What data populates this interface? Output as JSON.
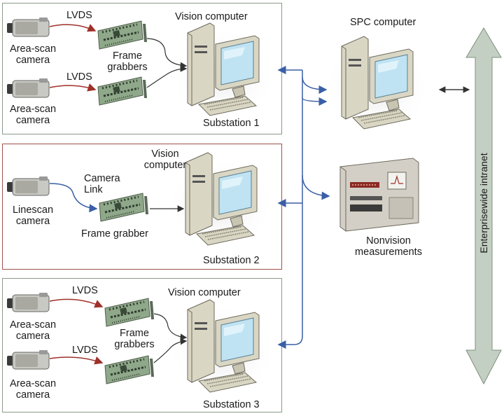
{
  "substations": [
    {
      "name": "Substation 1",
      "computer_label": "Vision computer",
      "cameras": [
        {
          "label_line1": "Area-scan",
          "label_line2": "camera",
          "link": "LVDS"
        },
        {
          "label_line1": "Area-scan",
          "label_line2": "camera",
          "link": "LVDS"
        }
      ],
      "grabber_line1": "Frame",
      "grabber_line2": "grabbers"
    },
    {
      "name": "Substation 2",
      "computer_line1": "Vision",
      "computer_line2": "computer",
      "cameras": [
        {
          "label_line1": "Linescan",
          "label_line2": "camera",
          "link_line1": "Camera",
          "link_line2": "Link"
        }
      ],
      "grabber_label": "Frame grabber"
    },
    {
      "name": "Substation 3",
      "computer_label": "Vision computer",
      "cameras": [
        {
          "label_line1": "Area-scan",
          "label_line2": "camera",
          "link": "LVDS"
        },
        {
          "label_line1": "Area-scan",
          "label_line2": "camera",
          "link": "LVDS"
        }
      ],
      "grabber_line1": "Frame",
      "grabber_line2": "grabbers"
    }
  ],
  "spc_computer": "SPC computer",
  "nonvision_line1": "Nonvision",
  "nonvision_line2": "measurements",
  "intranet": "Enterprisewide intranet",
  "colors": {
    "connector_blue": "#3a5fa6",
    "lvds_red": "#a0302a",
    "box_border_green": "#8a9a8a",
    "box_border_red": "#a0514a",
    "computer_beige": "#d9d6c4",
    "screen_blue": "#bfe3f2",
    "board_green": "#8fa88a"
  }
}
